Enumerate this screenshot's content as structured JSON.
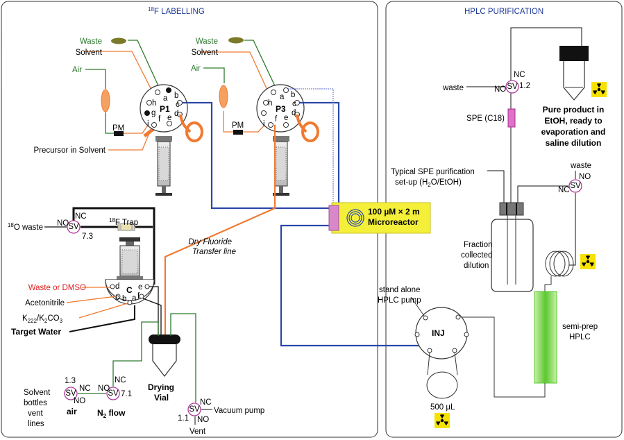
{
  "panels": {
    "labelling_title_sup": "18",
    "labelling_title": "F LABELLING",
    "hplc_title": "HPLC PURIFICATION"
  },
  "labels": {
    "waste": "Waste",
    "solvent": "Solvent",
    "air": "Air",
    "pm": "PM",
    "p1": "P1",
    "p3": "P3",
    "precursor": "Precursor in Solvent",
    "o18_waste_sup": "18",
    "o18_waste": "O waste",
    "sv": "SV",
    "nc": "NC",
    "no": "NO",
    "sv73": "7.3",
    "f18_trap_sup": "18",
    "f18_trap": "F Trap",
    "c": "C",
    "waste_dmso": "Waste or DMSO",
    "acetonitrile": "Acetonitrile",
    "k222": "K",
    "k222_sub": "222",
    "k2co3_pre": "/K",
    "k2co3_sub1": "2",
    "k2co3_mid": "CO",
    "k2co3_sub2": "3",
    "target_water": "Target Water",
    "transfer_1": "Dry Fluoride",
    "transfer_2": "Transfer line",
    "microreactor_1": "100 µM × 2 m",
    "microreactor_2": "Microreactor",
    "drying_1": "Drying",
    "drying_2": "Vial",
    "sv13": "1.3",
    "sv71": "7.1",
    "sv11": "1.1",
    "solvent_bottles_1": "Solvent",
    "solvent_bottles_2": "bottles",
    "solvent_bottles_3": "vent",
    "solvent_bottles_4": "lines",
    "air_small": "air",
    "n2_pre": "N",
    "n2_sub": "2",
    "n2_post": " flow",
    "vacuum_pump": "Vacuum pump",
    "vent": "Vent",
    "waste_lower": "waste",
    "sv12": "1.2",
    "spe": "SPE (C18)",
    "pure_1": "Pure product in",
    "pure_2": "EtOH, ready to",
    "pure_3": "evaporation and",
    "pure_4": "saline dilution",
    "typical_1": "Typical SPE purification",
    "typical_2": "set-up (H",
    "typical_sub": "2",
    "typical_3": "O/EtOH)",
    "fraction_1": "Fraction",
    "fraction_2": "collected",
    "fraction_3": "dilution",
    "standalone_1": "stand alone",
    "standalone_2": "HPLC pump",
    "inj": "INJ",
    "loop": "500 µL",
    "semiprep_1": "semi-prep",
    "semiprep_2": "HPLC",
    "ports": [
      "a",
      "b",
      "c",
      "d",
      "e",
      "f",
      "g",
      "h",
      "i"
    ]
  },
  "colors": {
    "blue_line": "#2a47a8",
    "orange_line": "#f07a30",
    "green_line": "#2d7a2d",
    "microreactor_fill": "#f4f03a",
    "sv_ring": "#b03aa0",
    "spe_fill": "#e070c8",
    "hplc_column": "#7ad64a"
  },
  "icons": [
    "radioactive-icon"
  ]
}
